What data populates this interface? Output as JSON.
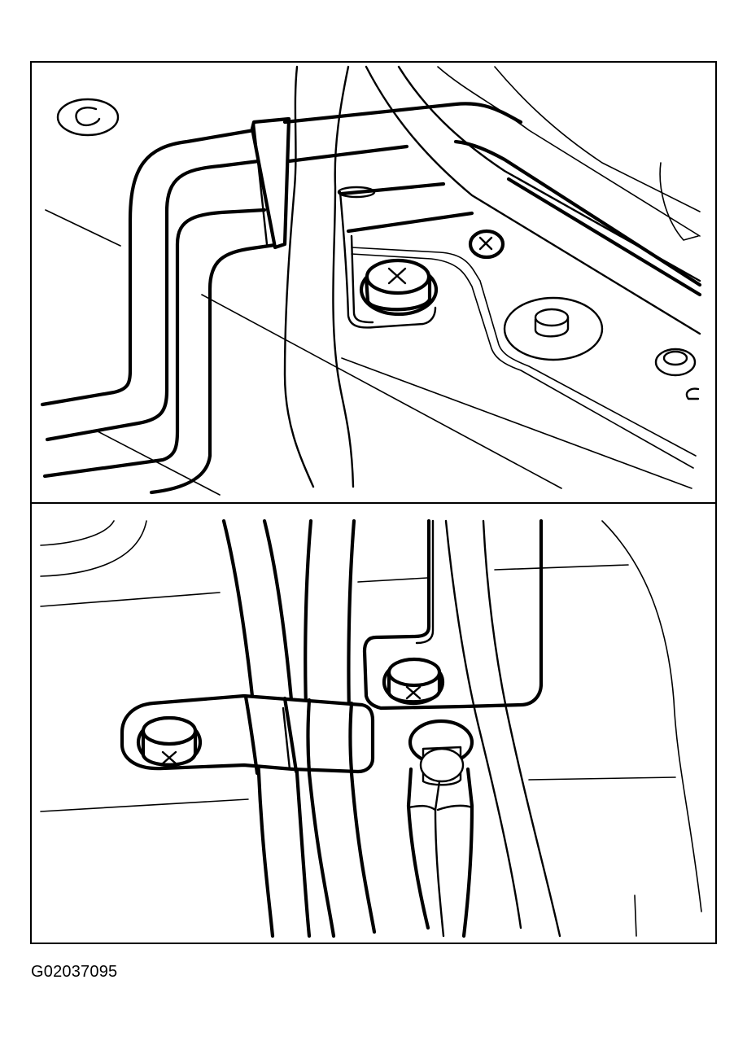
{
  "figure": {
    "id_label": "G02037095",
    "panels": [
      "top-panel",
      "bottom-panel"
    ],
    "line_color": "#000000",
    "background": "#ffffff"
  }
}
